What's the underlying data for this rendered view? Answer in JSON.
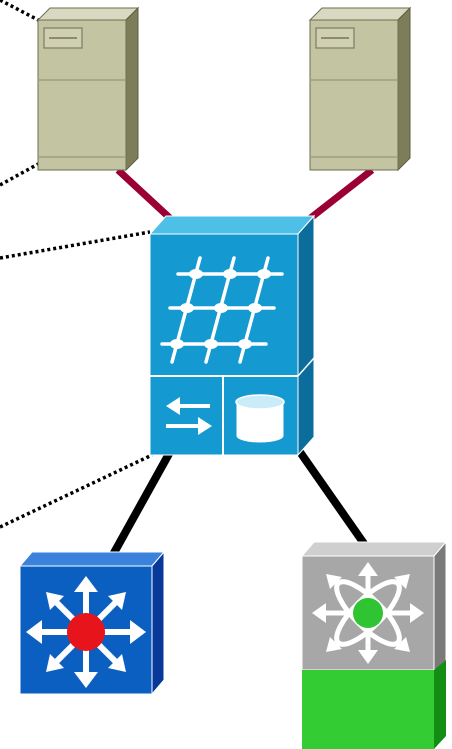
{
  "diagram": {
    "nodes": [
      {
        "id": "server-left",
        "kind": "server",
        "icon": "server-tower-icon"
      },
      {
        "id": "server-right",
        "kind": "server",
        "icon": "server-tower-icon"
      },
      {
        "id": "fabric-switch",
        "kind": "fibre-channel-fabric-switch",
        "icon": "fabric-switch-icon"
      },
      {
        "id": "switch-blue",
        "kind": "multilayer-switch",
        "icon": "layer3-switch-icon",
        "color": "#0a5fc0",
        "core_color": "#e8141b"
      },
      {
        "id": "switch-gray",
        "kind": "multilayer-switch-with-service-module",
        "icon": "layer3-switch-gray-icon",
        "color": "#a7a7a7",
        "core_color": "#2fc432",
        "module_color": "#33cc33"
      }
    ],
    "links": [
      {
        "from": "server-left",
        "to": "fabric-switch",
        "style": "solid",
        "color": "#9a0034"
      },
      {
        "from": "server-right",
        "to": "fabric-switch",
        "style": "solid",
        "color": "#9a0034"
      },
      {
        "from": "fabric-switch",
        "to": "switch-blue",
        "style": "solid",
        "color": "#000000"
      },
      {
        "from": "fabric-switch",
        "to": "switch-gray",
        "style": "solid",
        "color": "#000000"
      },
      {
        "from": "offscreen-1",
        "to": "server-left",
        "style": "dotted",
        "color": "#000000"
      },
      {
        "from": "offscreen-2",
        "to": "server-left",
        "style": "dotted",
        "color": "#000000"
      },
      {
        "from": "offscreen-3",
        "to": "fabric-switch",
        "style": "dotted",
        "color": "#000000"
      },
      {
        "from": "offscreen-4",
        "to": "fabric-switch",
        "style": "dotted",
        "color": "#000000"
      }
    ],
    "colors": {
      "server_front": "#c3c4a2",
      "server_top": "#d9d9c2",
      "server_side": "#7e7d5a",
      "fabric_front": "#1499d0",
      "fabric_top": "#4ec0e8",
      "fabric_side": "#0b6d9c",
      "wan_link": "#9a0034"
    }
  }
}
